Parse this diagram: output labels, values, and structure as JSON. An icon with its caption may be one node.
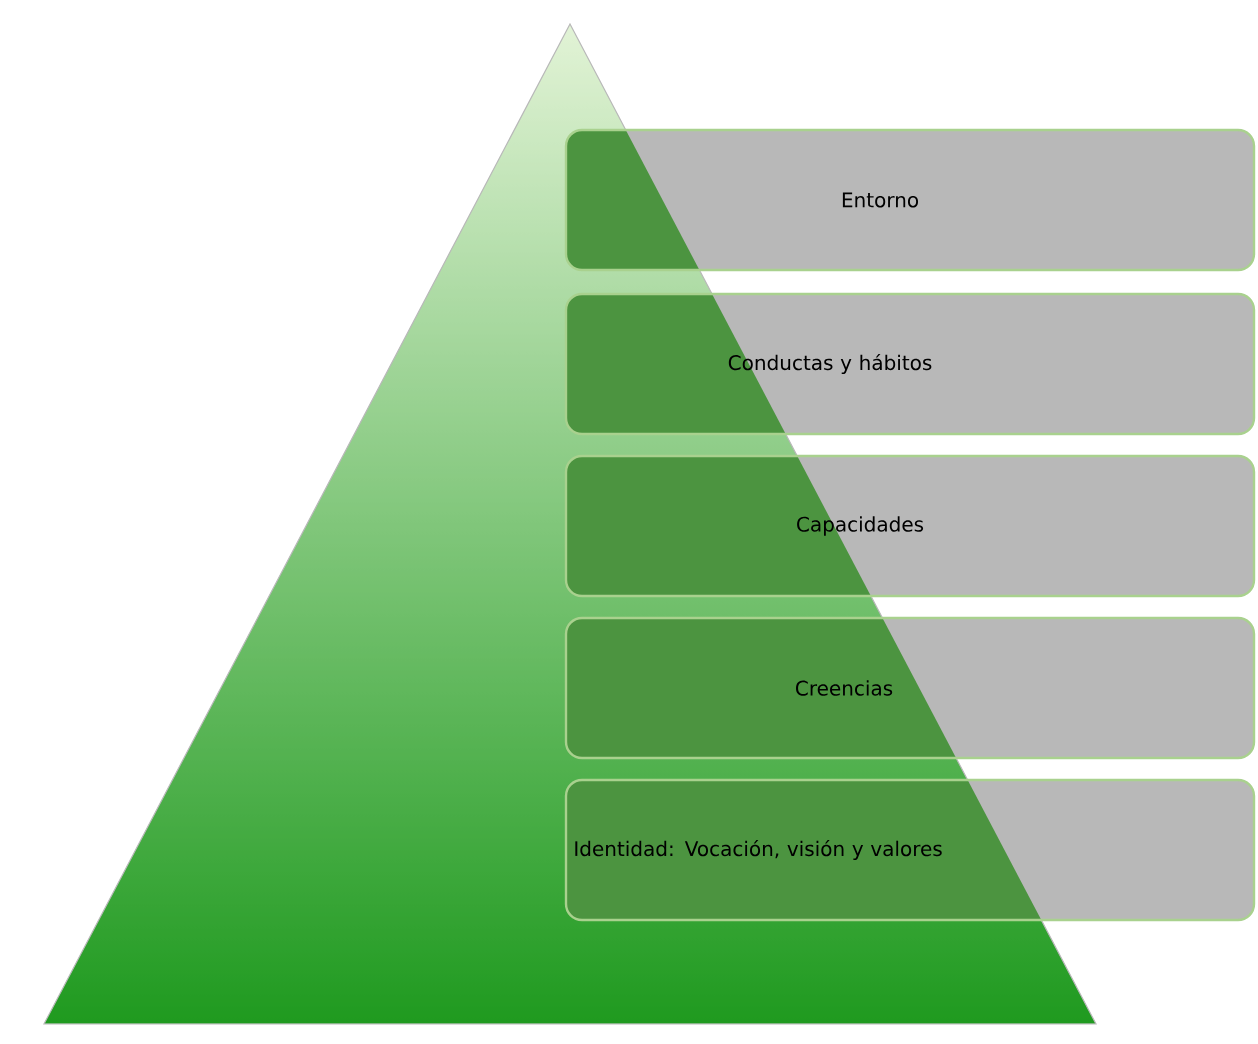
{
  "diagram": {
    "nodes": [
      {
        "text": [
          "Entorno"
        ]
      },
      {
        "text": [
          "Conductas y hábitos"
        ]
      },
      {
        "text": [
          "Capacidades"
        ]
      },
      {
        "text": [
          "Creencias"
        ]
      },
      {
        "text": [
          "Identidad: Vocación, visión y valores"
        ]
      }
    ]
  }
}
